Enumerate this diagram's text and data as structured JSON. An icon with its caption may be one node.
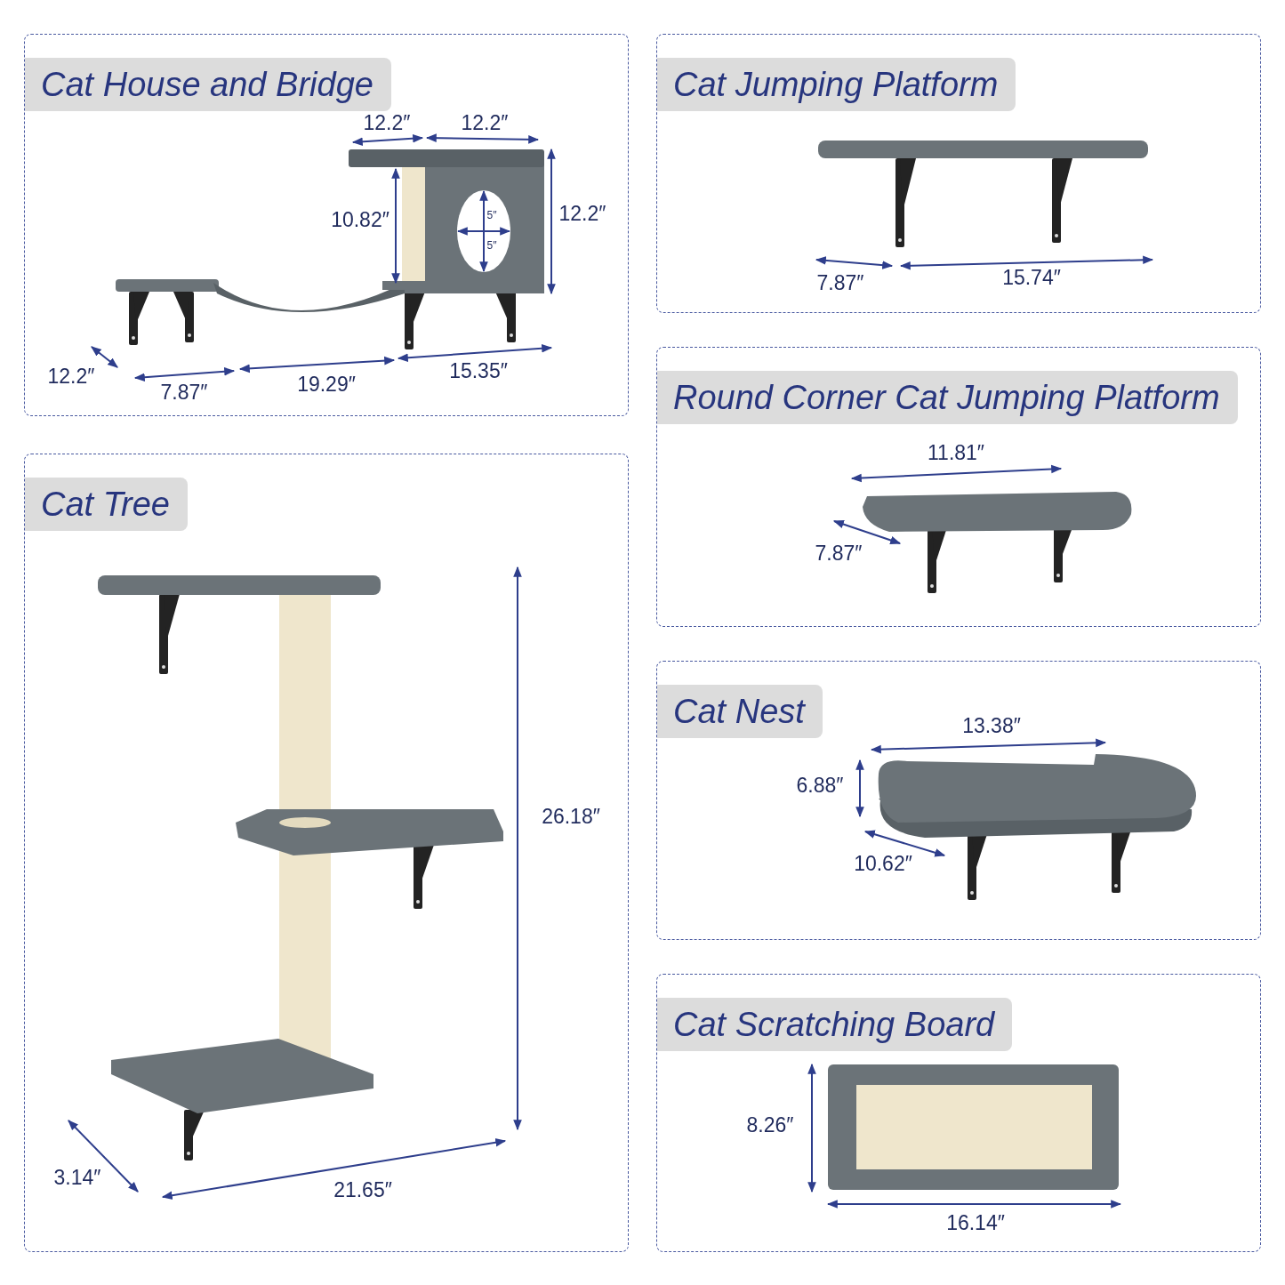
{
  "diagram": {
    "nodes": [
      {
        "text": [
          "Cat House and Bridge"
        ]
      },
      {
        "text": [
          "Cat Jumping Platform"
        ]
      },
      {
        "text": [
          "Round Corner Cat Jumping Platform"
        ]
      },
      {
        "text": [
          "Cat Tree"
        ]
      },
      {
        "text": [
          "Cat Nest"
        ]
      },
      {
        "text": [
          "Cat Scratching Board"
        ]
      }
    ],
    "labels": [
      "12.2″",
      "12.2″",
      "10.82″",
      "5″",
      "5″",
      "12.2″",
      "12.2″",
      "7.87″",
      "19.29″",
      "15.35″",
      "7.87″",
      "15.74″",
      "11.81″",
      "7.87″",
      "26.18″",
      "3.14″",
      "21.65″",
      "13.38″",
      "6.88″",
      "10.62″",
      "8.26″",
      "16.14″"
    ]
  }
}
